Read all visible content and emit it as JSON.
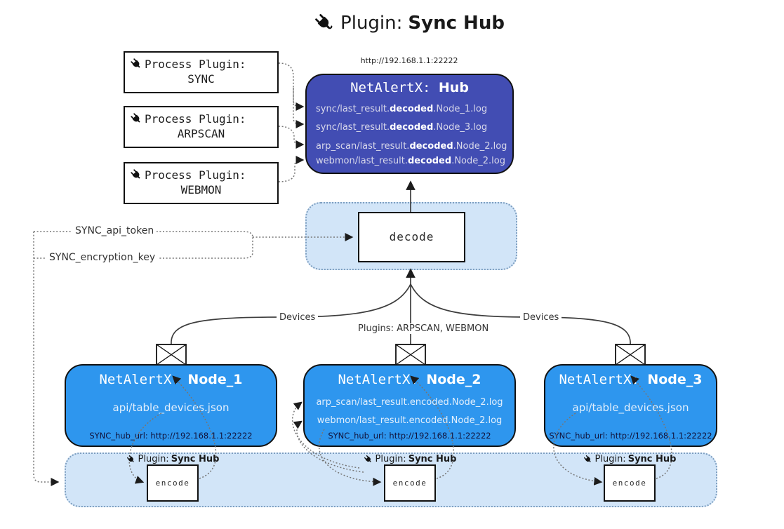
{
  "title": {
    "pre": "Plugin: ",
    "bold": "Sync Hub"
  },
  "process_plugins": [
    {
      "label": "Process Plugin:",
      "name": "SYNC"
    },
    {
      "label": "Process Plugin:",
      "name": "ARPSCAN"
    },
    {
      "label": "Process Plugin:",
      "name": "WEBMON"
    }
  ],
  "hub": {
    "url": "http://192.168.1.1:22222",
    "name_mono": "NetAlertX: ",
    "name_bold": "Hub",
    "lines": [
      {
        "pre": "sync/last_result.",
        "bold": "decoded",
        "post": ".Node_1.log"
      },
      {
        "pre": "sync/last_result.",
        "bold": "decoded",
        "post": ".Node_3.log"
      },
      {
        "pre": "arp_scan/last_result.",
        "bold": "decoded",
        "post": ".Node_2.log"
      },
      {
        "pre": "webmon/last_result.",
        "bold": "decoded",
        "post": ".Node_2.log"
      }
    ]
  },
  "decode": {
    "label": "decode"
  },
  "config": {
    "api_token": "SYNC_api_token",
    "encryption_key": "SYNC_encryption_key"
  },
  "edges": {
    "devices_left": "Devices",
    "devices_right": "Devices",
    "plugins_center": "Plugins: ARPSCAN, WEBMON"
  },
  "nodes": [
    {
      "name_mono": "NetAlertX: ",
      "name_bold": "Node_1",
      "lines": [
        "api/table_devices.json"
      ],
      "hub_url": "SYNC_hub_url: http://192.168.1.1:22222"
    },
    {
      "name_mono": "NetAlertX: ",
      "name_bold": "Node_2",
      "lines": [
        "arp_scan/last_result.encoded.Node_2.log",
        "webmon/last_result.encoded.Node_2.log"
      ],
      "hub_url": "SYNC_hub_url: http://192.168.1.1:22222"
    },
    {
      "name_mono": "NetAlertX: ",
      "name_bold": "Node_3",
      "lines": [
        "api/table_devices.json"
      ],
      "hub_url": "SYNC_hub_url: http://192.168.1.1:22222"
    }
  ],
  "band": {
    "items": [
      {
        "pre": "Plugin: ",
        "bold": "Sync Hub",
        "encode": "encode"
      },
      {
        "pre": "Plugin: ",
        "bold": "Sync Hub",
        "encode": "encode"
      },
      {
        "pre": "Plugin: ",
        "bold": "Sync Hub",
        "encode": "encode"
      }
    ]
  },
  "colors": {
    "hub": "#424db3",
    "node": "#2e96ee",
    "panel": "#d2e5f8",
    "panel-border": "#7d9ec0",
    "ink": "#111111"
  }
}
